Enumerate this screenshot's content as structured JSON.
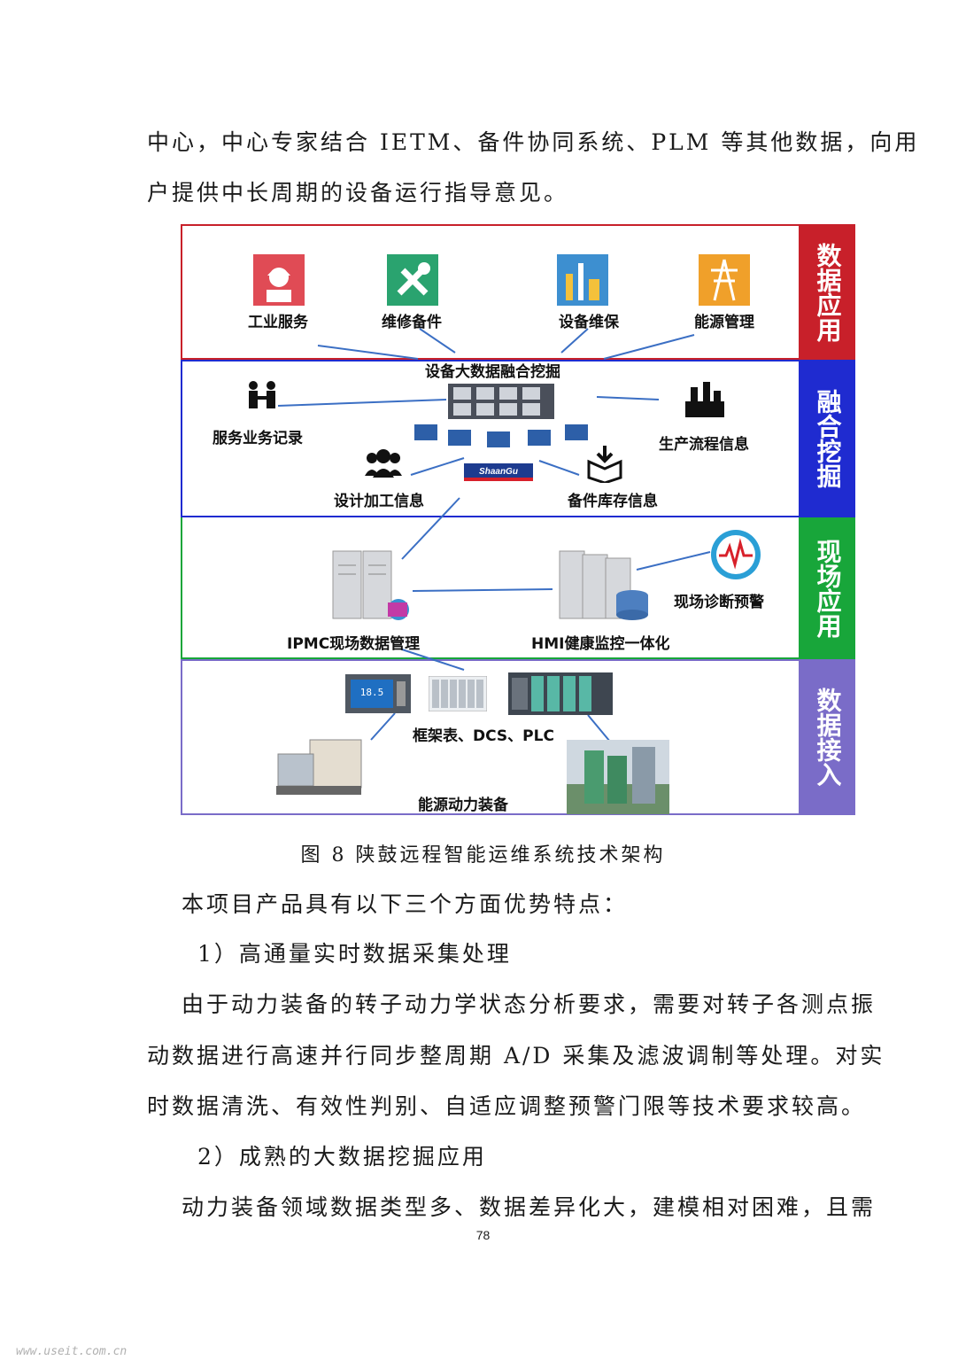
{
  "intro_lines": [
    "中心，中心专家结合 IETM、备件协同系统、PLM 等其他数据，向用",
    "户提供中长周期的设备运行指导意见。"
  ],
  "figure": {
    "layers": [
      {
        "label": "数据应用",
        "color": "#c8202a"
      },
      {
        "label": "融合挖掘",
        "color": "#1f2bd0"
      },
      {
        "label": "现场应用",
        "color": "#18a63a"
      },
      {
        "label": "数据接入",
        "color": "#7a6cc8"
      }
    ],
    "app_items": [
      "工业服务",
      "维修备件",
      "设备维保",
      "能源管理"
    ],
    "mining": {
      "center": "设备大数据融合挖掘",
      "service_record": "服务业务记录",
      "process_info": "生产流程信息",
      "design_info": "设计加工信息",
      "inventory_info": "备件库存信息",
      "brand": "ShaanGu"
    },
    "field": {
      "ipmc": "IPMC现场数据管理",
      "hmi": "HMI健康监控一体化",
      "diagnosis": "现场诊断预警"
    },
    "access": {
      "instruments": "框架表、DCS、PLC",
      "equipment": "能源动力装备",
      "meter_reading": "18.5"
    }
  },
  "caption": "图 8  陕鼓远程智能运维系统技术架构",
  "body_lines": [
    {
      "text": "本项目产品具有以下三个方面优势特点：",
      "indent": true
    },
    {
      "text": "1）高通量实时数据采集处理",
      "indent": true
    },
    {
      "text": "由于动力装备的转子动力学状态分析要求，需要对转子各测点振",
      "indent": true
    },
    {
      "text": "动数据进行高速并行同步整周期 A/D 采集及滤波调制等处理。对实",
      "indent": false
    },
    {
      "text": "时数据清洗、有效性判别、自适应调整预警门限等技术要求较高。",
      "indent": false
    },
    {
      "text": "2）成熟的大数据挖掘应用",
      "indent": true
    },
    {
      "text": "动力装备领域数据类型多、数据差异化大，建模相对困难，且需",
      "indent": true
    }
  ],
  "page_number": "78",
  "watermark": "www.useit.com.cn"
}
